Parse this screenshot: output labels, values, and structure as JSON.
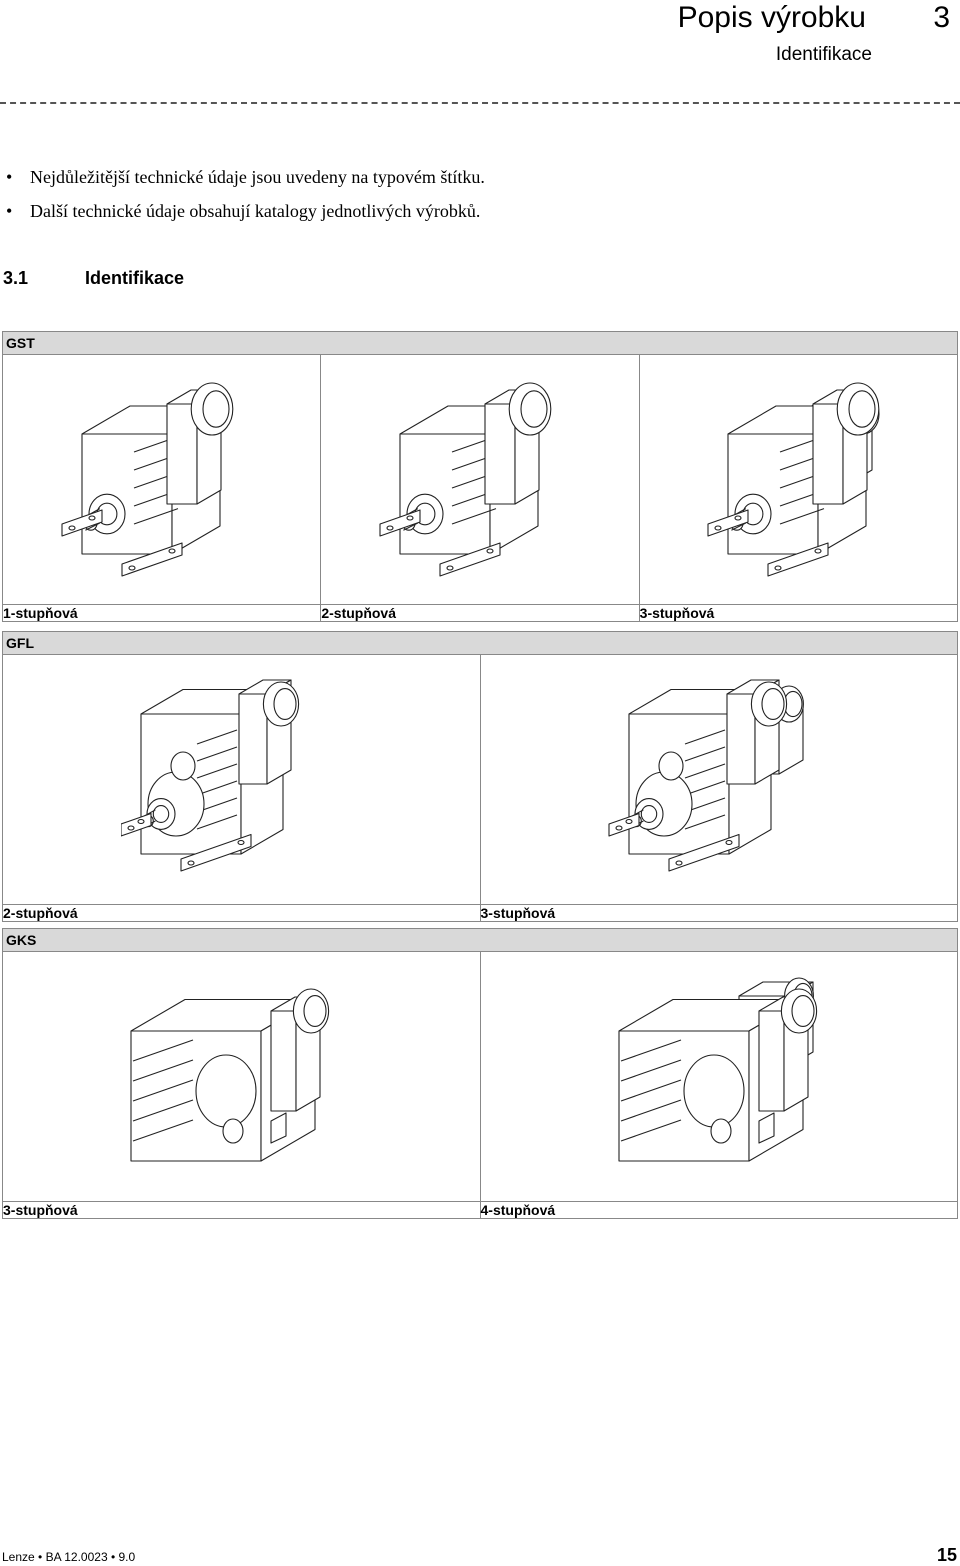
{
  "header": {
    "title": "Popis výrobku",
    "chapter": "3",
    "subtitle": "Identifikace"
  },
  "bullets": [
    "Nejdůležitější technické údaje jsou uvedeny na typovém štítku.",
    "Další technické údaje obsahují katalogy jednotlivých výrobků."
  ],
  "bullet_symbol": "•",
  "section": {
    "number": "3.1",
    "title": "Identifikace"
  },
  "groups": [
    {
      "label": "GST",
      "items": [
        {
          "caption": "1-stupňová",
          "icon": "gearbox-gst-1stage-drawing"
        },
        {
          "caption": "2-stupňová",
          "icon": "gearbox-gst-2stage-drawing"
        },
        {
          "caption": "3-stupňová",
          "icon": "gearbox-gst-3stage-drawing"
        }
      ]
    },
    {
      "label": "GFL",
      "items": [
        {
          "caption": "2-stupňová",
          "icon": "gearbox-gfl-2stage-drawing"
        },
        {
          "caption": "3-stupňová",
          "icon": "gearbox-gfl-3stage-drawing"
        }
      ]
    },
    {
      "label": "GKS",
      "items": [
        {
          "caption": "3-stupňová",
          "icon": "gearbox-gks-3stage-drawing"
        },
        {
          "caption": "4-stupňová",
          "icon": "gearbox-gks-4stage-drawing"
        }
      ]
    }
  ],
  "footer": {
    "left": "Lenze • BA 12.0023 • 9.0",
    "page": "15"
  }
}
